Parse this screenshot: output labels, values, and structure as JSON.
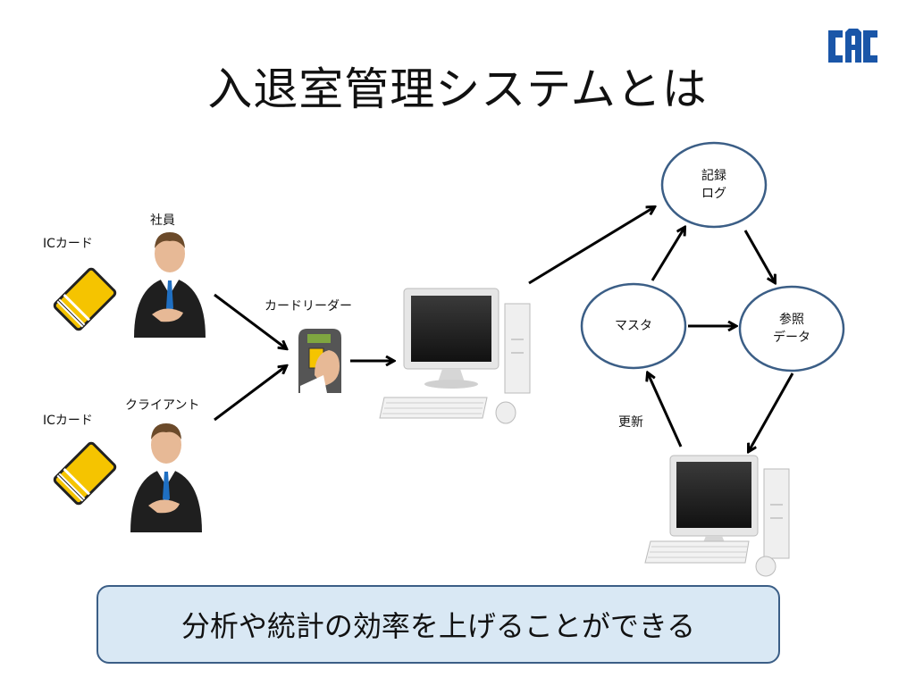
{
  "title": "入退室管理システムとは",
  "logo_text": "CAC",
  "labels": {
    "ic_card_1": "ICカード",
    "employee": "社員",
    "ic_card_2": "ICカード",
    "client": "クライアント",
    "card_reader": "カードリーダー",
    "update": "更新"
  },
  "nodes": {
    "log_line1": "記録",
    "log_line2": "ログ",
    "master": "マスタ",
    "ref_line1": "参照",
    "ref_line2": "データ"
  },
  "banner": "分析や統計の効率を上げることができる",
  "colors": {
    "node_border": "#3b5e86",
    "banner_bg": "#d9e8f4",
    "logo": "#1a56a8",
    "card_yellow": "#f5c400"
  }
}
